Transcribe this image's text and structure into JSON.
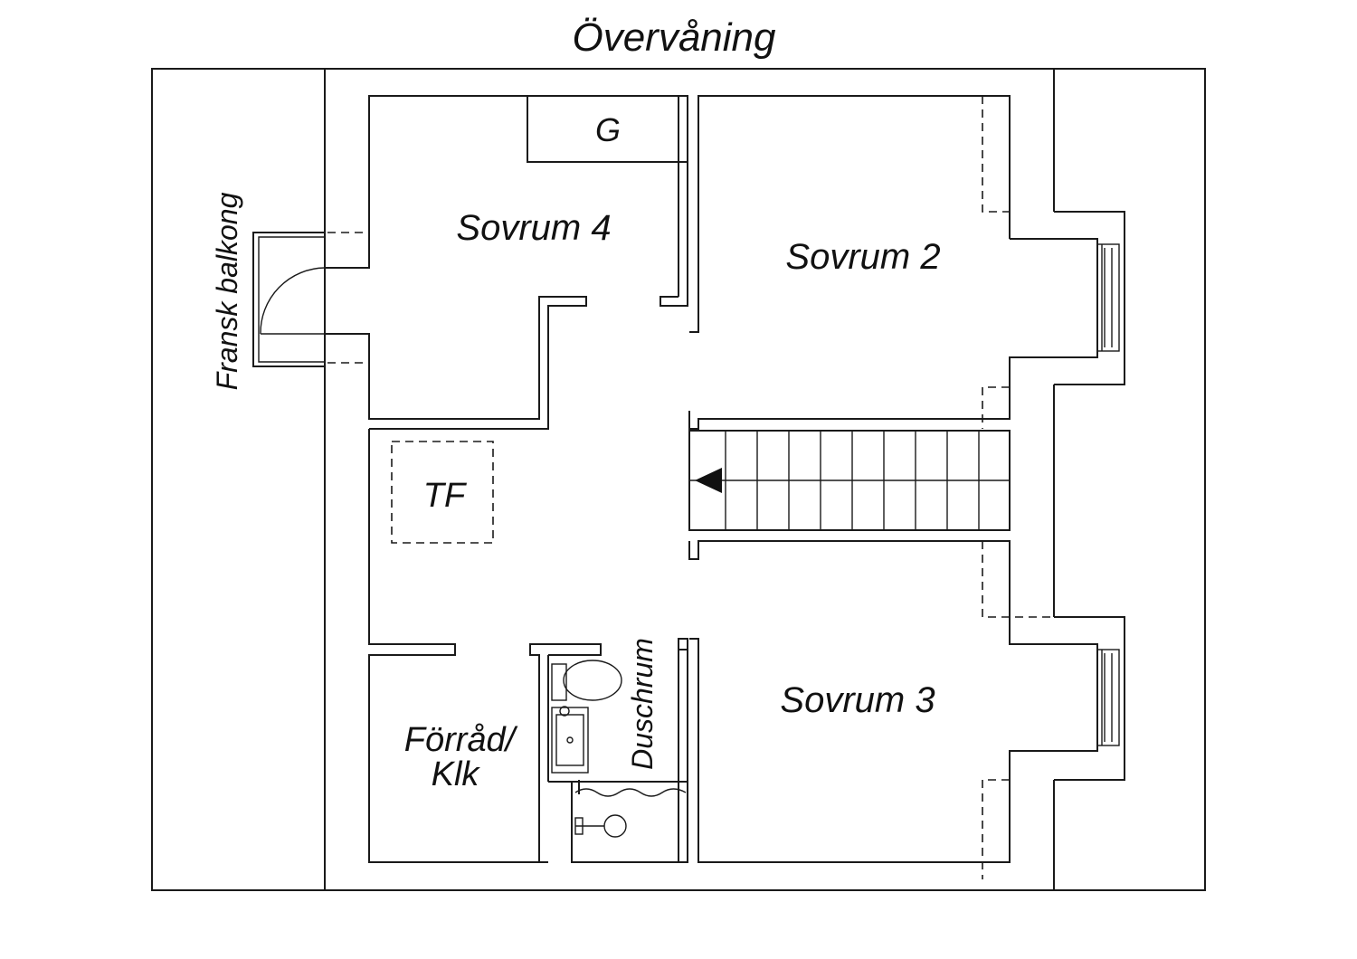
{
  "title": "Övervåning",
  "rooms": {
    "sovrum4": "Sovrum 4",
    "sovrum2": "Sovrum 2",
    "sovrum3": "Sovrum 3",
    "garderob": "G",
    "tf": "TF",
    "forrad_line1": "Förråd/",
    "forrad_line2": "Klk",
    "duschrum": "Duschrum",
    "balkong": "Fransk balkong"
  },
  "colors": {
    "line": "#1a1a1a",
    "background": "#ffffff"
  },
  "icons": [
    "stair-direction-arrow-icon",
    "toilet-icon",
    "sink-icon",
    "shower-icon",
    "door-swing-icon",
    "window-icon"
  ]
}
